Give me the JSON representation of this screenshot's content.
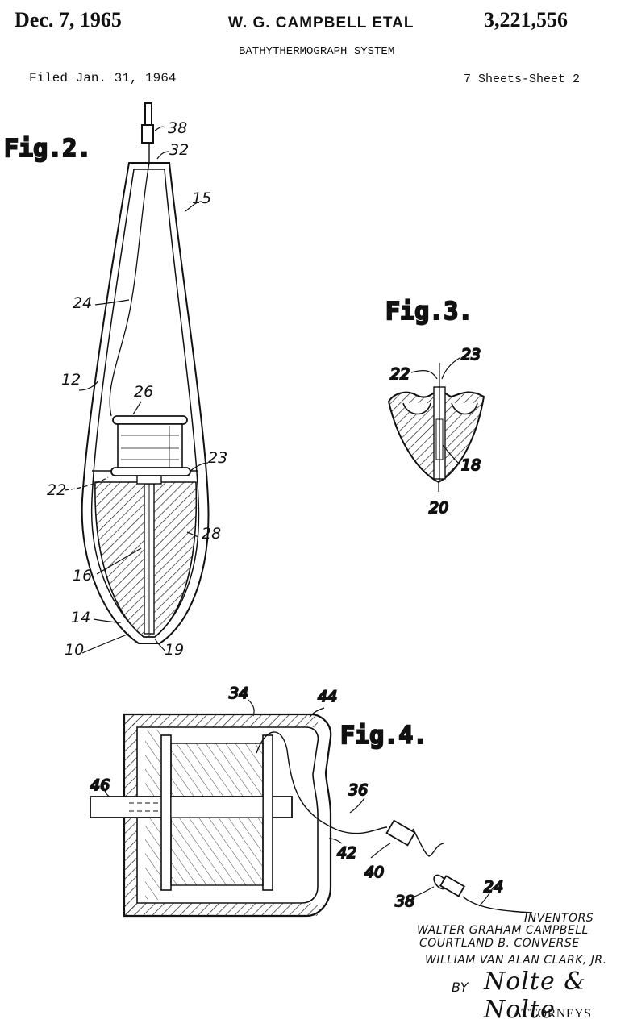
{
  "header": {
    "date": "Dec. 7, 1965",
    "inventor_line": "W. G. CAMPBELL ETAL",
    "patent_number": "3,221,556",
    "title": "BATHYTHERMOGRAPH SYSTEM",
    "filed": "Filed Jan. 31, 1964",
    "sheets": "7 Sheets-Sheet 2"
  },
  "figures": {
    "fig2": {
      "label": "Fig.2.",
      "refs": {
        "r38": "38",
        "r32": "32",
        "r15": "15",
        "r24": "24",
        "r12": "12",
        "r26": "26",
        "r23": "23",
        "r22": "22",
        "r28": "28",
        "r16": "16",
        "r14": "14",
        "r10": "10",
        "r19": "19"
      }
    },
    "fig3": {
      "label": "Fig.3.",
      "refs": {
        "r22": "22",
        "r23": "23",
        "r18": "18",
        "r20": "20"
      }
    },
    "fig4": {
      "label": "Fig.4.",
      "refs": {
        "r34": "34",
        "r44": "44",
        "r46": "46",
        "r36": "36",
        "r42": "42",
        "r40": "40",
        "r38": "38",
        "r24": "24"
      }
    }
  },
  "inventors": {
    "heading": "INVENTORS",
    "names": [
      "WALTER GRAHAM CAMPBELL",
      "COURTLAND B. CONVERSE",
      "WILLIAM VAN ALAN CLARK, JR."
    ]
  },
  "attorneys": {
    "by": "BY",
    "signature": "Nolte & Nolte",
    "label": "ATTORNEYS"
  }
}
